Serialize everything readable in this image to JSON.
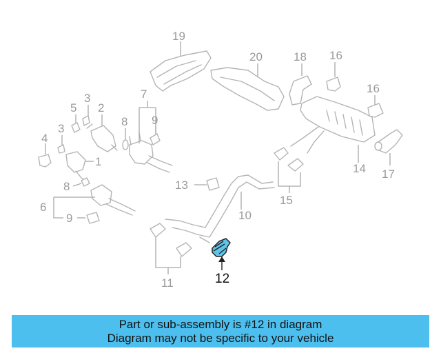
{
  "diagram": {
    "labels": {
      "l1": "1",
      "l2": "2",
      "l3a": "3",
      "l3b": "3",
      "l4": "4",
      "l5": "5",
      "l6": "6",
      "l7": "7",
      "l8a": "8",
      "l8b": "8",
      "l9a": "9",
      "l9b": "9",
      "l10": "10",
      "l11": "11",
      "l12": "12",
      "l13": "13",
      "l14": "14",
      "l15": "15",
      "l16a": "16",
      "l16b": "16",
      "l17": "17",
      "l18": "18",
      "l19": "19",
      "l20": "20"
    },
    "highlight_color": "#5fc3ea"
  },
  "banner": {
    "line1": "Part or sub-assembly is #12 in diagram",
    "line2": "Diagram may not be specific to your vehicle",
    "color": "#4dbfef"
  }
}
